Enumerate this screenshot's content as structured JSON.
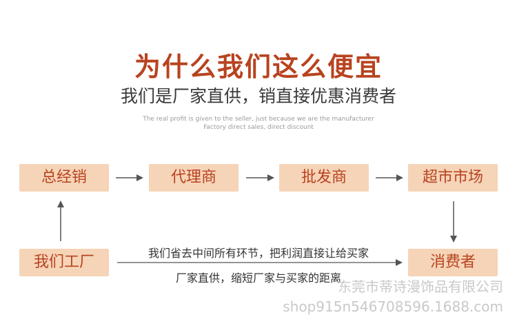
{
  "header": {
    "title": "为什么我们这么便宜",
    "subtitle": "我们是厂家直供，销直接优惠消费者",
    "english_line1": "The real profit is given to the seller, just because we are the manufacturer",
    "english_line2": "Factory direct sales, direct discount"
  },
  "flow": {
    "distributor": "总经销",
    "agent": "代理商",
    "wholesaler": "批发商",
    "supermarket": "超市市场",
    "factory": "我们工厂",
    "consumer": "消费者"
  },
  "note": {
    "line1": "我们省去中间所有环节，把利润直接让给买家",
    "line2": "厂家直供，缩短厂家与买家的距离"
  },
  "watermark": {
    "company": "东莞市蒂诗漫饰品有限公司",
    "shop": "shop915n546708596.1688.com"
  },
  "colors": {
    "title": "#b8431f",
    "box_bg": "#f6d4b8",
    "box_text": "#b8431f",
    "arrow": "#555555"
  }
}
